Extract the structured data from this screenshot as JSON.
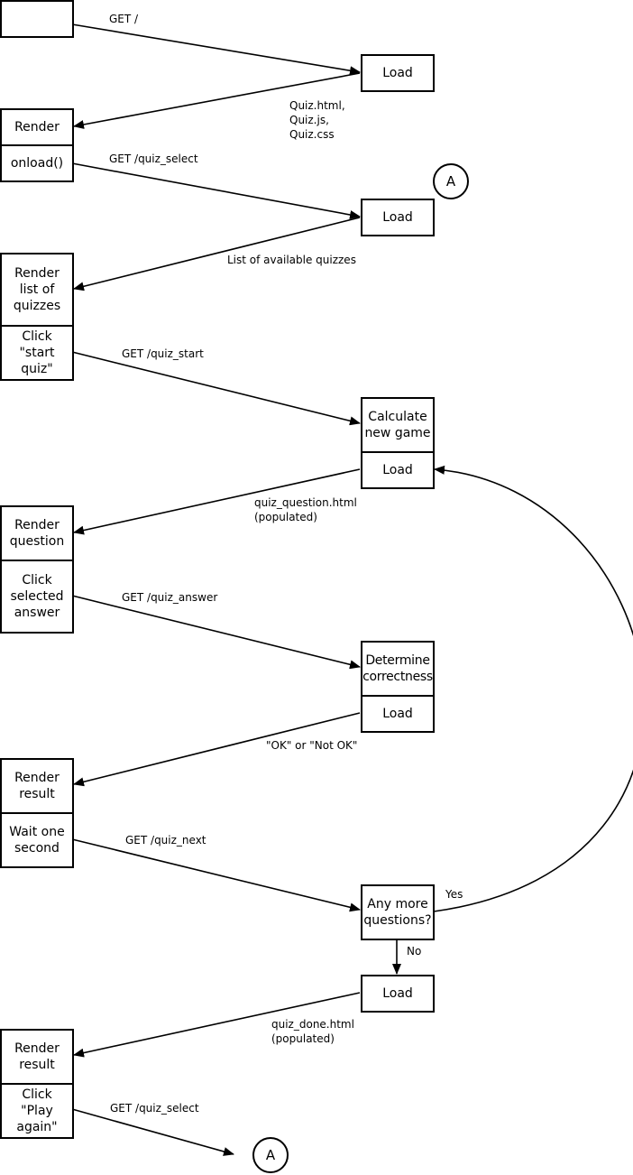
{
  "client": {
    "start": "",
    "render_1": "Render",
    "onload": "onload()",
    "render_list": "Render\nlist of\nquizzes",
    "click_start": "Click\n\"start quiz\"",
    "render_question": "Render\nquestion",
    "click_answer": "Click\nselected\nanswer",
    "render_result": "Render\nresult",
    "wait": "Wait one\nsecond",
    "render_final": "Render\nresult",
    "click_play_again": "Click\n\"Play again\""
  },
  "server": {
    "load_1": "Load",
    "load_2": "Load",
    "calculate": "Calculate\nnew game",
    "load_3": "Load",
    "determine": "Determine\ncorrectness",
    "load_4": "Load",
    "any_more": "Any more\nquestions?",
    "load_5": "Load"
  },
  "connectors": {
    "top": "A",
    "bottom": "A"
  },
  "labels": {
    "get_root": "GET /",
    "quiz_files": "Quiz.html,\nQuiz.js,\nQuiz.css",
    "get_quiz_select": "GET /quiz_select",
    "list_quizzes": "List of available quizzes",
    "get_quiz_start": "GET /quiz_start",
    "quiz_question_html": "quiz_question.html\n(populated)",
    "get_quiz_answer": "GET /quiz_answer",
    "ok_not_ok": "\"OK\" or \"Not OK\"",
    "get_quiz_next": "GET /quiz_next",
    "yes": "Yes",
    "no": "No",
    "quiz_done_html": "quiz_done.html\n(populated)",
    "get_quiz_select_2": "GET /quiz_select"
  },
  "colors": {
    "stroke": "#000000",
    "background": "#ffffff"
  }
}
